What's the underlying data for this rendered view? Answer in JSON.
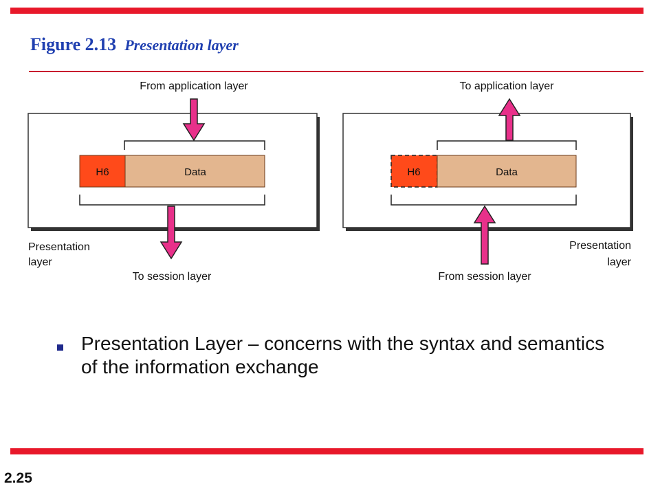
{
  "slide": {
    "figure_number": "Figure 2.13",
    "figure_caption": "Presentation layer",
    "bullet": "Presentation Layer – concerns with the syntax and semantics of the information exchange",
    "page_number": "2.25"
  },
  "diagram": {
    "left": {
      "top_label": "From application layer",
      "bottom_label": "To session layer",
      "corner_label_line1": "Presentation",
      "corner_label_line2": "layer",
      "header_label": "H6",
      "data_label": "Data"
    },
    "right": {
      "top_label": "To application layer",
      "bottom_label": "From session layer",
      "corner_label_line1": "Presentation",
      "corner_label_line2": "layer",
      "header_label": "H6",
      "data_label": "Data"
    }
  },
  "colors": {
    "accent_red": "#e8182a",
    "title_blue": "#1f3fb0",
    "header_orange": "#ff4a1a",
    "data_tan": "#e3b68f",
    "arrow_pink": "#e8308a"
  }
}
